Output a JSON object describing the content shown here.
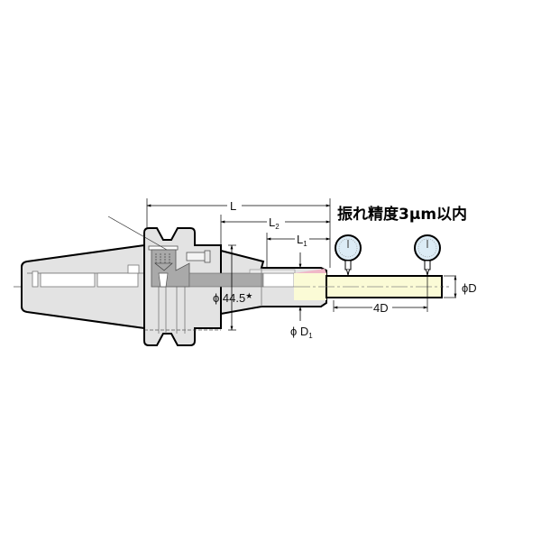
{
  "diagram": {
    "type": "technical-drawing",
    "subject": "BT tool holder shrink-fit chuck with runout measurement",
    "headline": "振れ精度3μm以内",
    "dimensions": {
      "L": "L",
      "L2_main": "L",
      "L2_sub": "2",
      "L1_main": "L",
      "L1_sub": "1",
      "phi_44_5": "ϕ 44.5",
      "phi_44_5_star": "★",
      "phi_D1_main": "ϕ D",
      "phi_D1_sub": "1",
      "phi_D": "ϕD",
      "four_D": "4D"
    },
    "colors": {
      "body_fill": "#e3e3e3",
      "body_dark": "#a9a9a9",
      "outline": "#000000",
      "tool_fill": "#fbfbd6",
      "gauge_face": "#dcecf6",
      "pink_gap": "#f0b8c8"
    },
    "components": [
      {
        "name": "taper-shank",
        "label": "BT taper"
      },
      {
        "name": "v-flange",
        "label": "flange with V-groove"
      },
      {
        "name": "nose",
        "label": "shrink-fit nose"
      },
      {
        "name": "cutting-tool-bar",
        "label": "test bar"
      },
      {
        "name": "dial-gauge-1",
        "label": "dial indicator"
      },
      {
        "name": "dial-gauge-2",
        "label": "dial indicator"
      }
    ]
  }
}
